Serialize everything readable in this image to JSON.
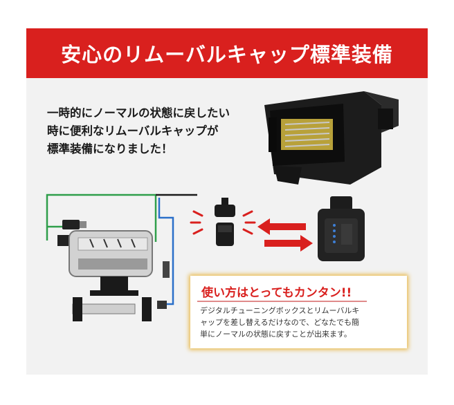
{
  "banner": {
    "title": "安心のリムーバルキャップ標準装備"
  },
  "intro": {
    "lines": [
      "一時的にノーマルの状態に戻したい",
      "時に便利なリムーバルキャップが",
      "標準装備になりました！"
    ]
  },
  "info": {
    "title": "使い方はとってもカンタン!!",
    "lines": [
      "デジタルチューニングボックスとリムーバルキ",
      "ャップを差し替えるだけなので、どなたでも簡",
      "単にノーマルの状態に戻すことが出来ます。"
    ]
  },
  "colors": {
    "accent_red": "#d9201e",
    "wire_green": "#2e9e4a",
    "wire_blue": "#2a6fc9",
    "info_glow": "#e9b94a"
  }
}
